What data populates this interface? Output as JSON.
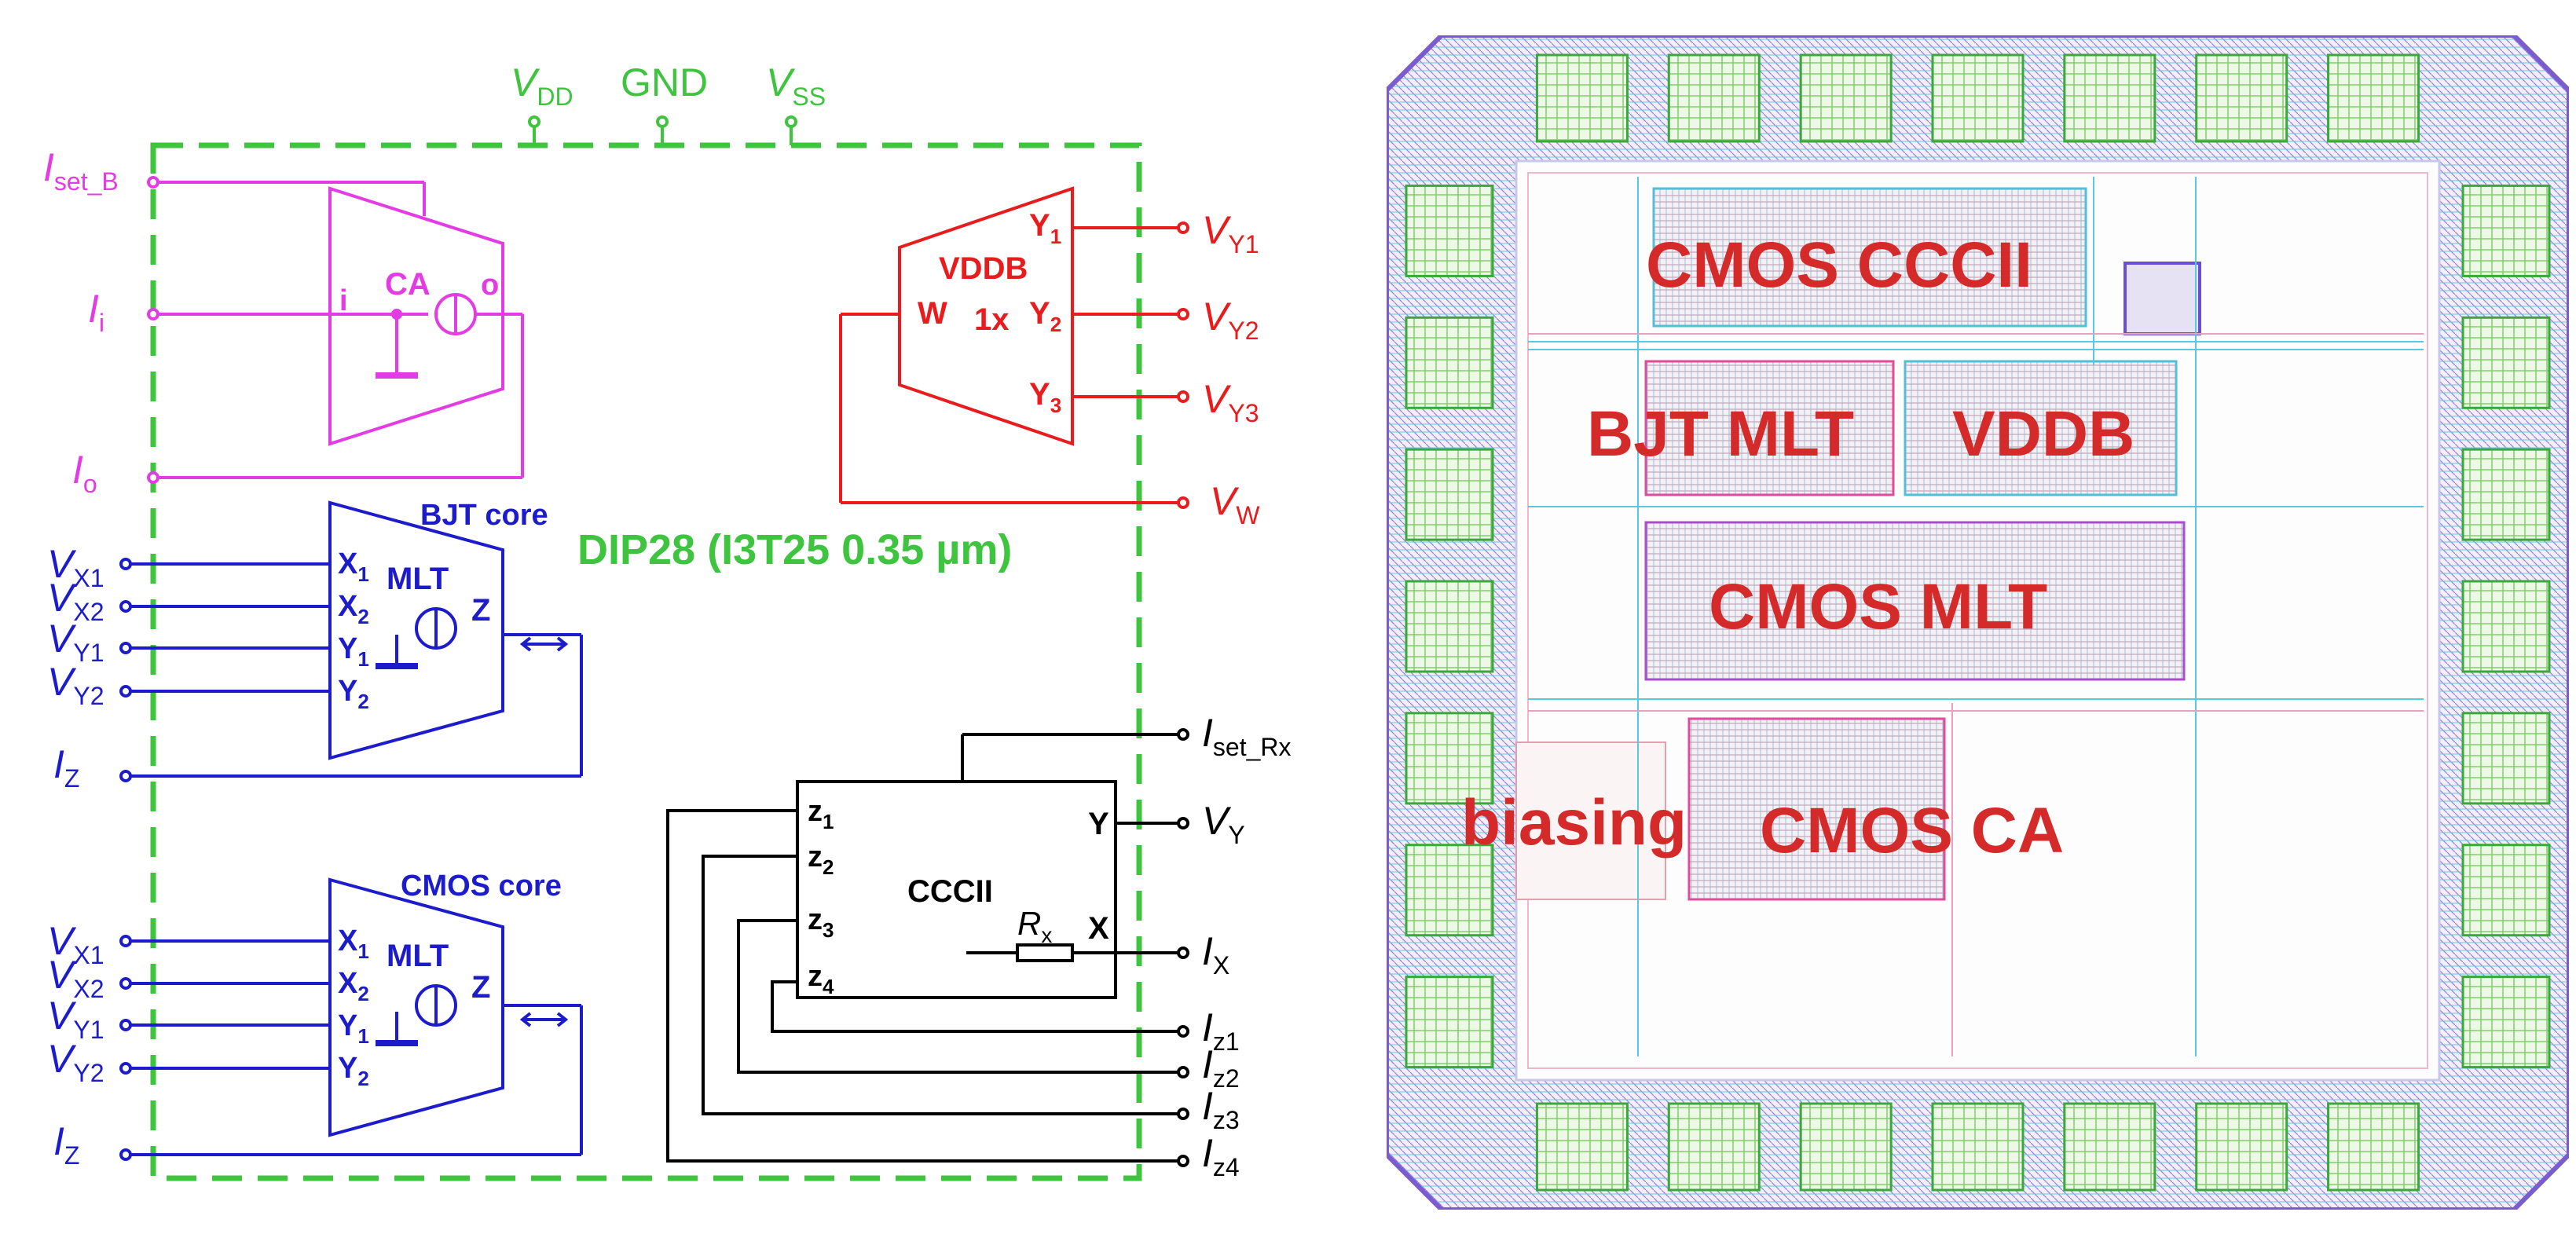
{
  "schematic": {
    "supply": {
      "vdd": {
        "main": "V",
        "sub": "DD"
      },
      "gnd": "GND",
      "vss": {
        "main": "V",
        "sub": "SS"
      }
    },
    "package_label": "DIP28 (I3T25 0.35 µm)",
    "ca": {
      "block": "CA",
      "pin_in": "i",
      "pin_out": "o",
      "ports": {
        "iset_b": {
          "main": "I",
          "sub": "set_B"
        },
        "ii": {
          "main": "I",
          "sub": "i"
        },
        "io": {
          "main": "I",
          "sub": "o"
        }
      }
    },
    "vddb": {
      "block": "VDDB",
      "gain": "1x",
      "pin_w": "W",
      "pins": [
        {
          "main": "Y",
          "sub": "1"
        },
        {
          "main": "Y",
          "sub": "2"
        },
        {
          "main": "Y",
          "sub": "3"
        }
      ],
      "ports": [
        {
          "main": "V",
          "sub": "Y1"
        },
        {
          "main": "V",
          "sub": "Y2"
        },
        {
          "main": "V",
          "sub": "Y3"
        },
        {
          "main": "V",
          "sub": "W"
        }
      ]
    },
    "bjt_mlt": {
      "core": "BJT core",
      "block": "MLT",
      "pin_z": "Z",
      "pins": [
        {
          "main": "X",
          "sub": "1"
        },
        {
          "main": "X",
          "sub": "2"
        },
        {
          "main": "Y",
          "sub": "1"
        },
        {
          "main": "Y",
          "sub": "2"
        }
      ],
      "ports": [
        {
          "main": "V",
          "sub": "X1"
        },
        {
          "main": "V",
          "sub": "X2"
        },
        {
          "main": "V",
          "sub": "Y1"
        },
        {
          "main": "V",
          "sub": "Y2"
        },
        {
          "main": "I",
          "sub": "Z"
        }
      ]
    },
    "cmos_mlt": {
      "core": "CMOS core",
      "block": "MLT",
      "pin_z": "Z",
      "pins": [
        {
          "main": "X",
          "sub": "1"
        },
        {
          "main": "X",
          "sub": "2"
        },
        {
          "main": "Y",
          "sub": "1"
        },
        {
          "main": "Y",
          "sub": "2"
        }
      ],
      "ports": [
        {
          "main": "V",
          "sub": "X1"
        },
        {
          "main": "V",
          "sub": "X2"
        },
        {
          "main": "V",
          "sub": "Y1"
        },
        {
          "main": "V",
          "sub": "Y2"
        },
        {
          "main": "I",
          "sub": "Z"
        }
      ]
    },
    "ccii": {
      "block": "CCCII",
      "pin_y": "Y",
      "pin_x": "X",
      "rx": {
        "main": "R",
        "sub": "x"
      },
      "pins_z": [
        {
          "main": "z",
          "sub": "1"
        },
        {
          "main": "z",
          "sub": "2"
        },
        {
          "main": "z",
          "sub": "3"
        },
        {
          "main": "z",
          "sub": "4"
        }
      ],
      "ports": {
        "iset_rx": {
          "main": "I",
          "sub": "set_Rx"
        },
        "vy": {
          "main": "V",
          "sub": "Y"
        },
        "ix": {
          "main": "I",
          "sub": "X"
        },
        "iz": [
          {
            "main": "I",
            "sub": "z1"
          },
          {
            "main": "I",
            "sub": "z2"
          },
          {
            "main": "I",
            "sub": "z3"
          },
          {
            "main": "I",
            "sub": "z4"
          }
        ]
      }
    }
  },
  "layout_labels": [
    "CMOS CCCII",
    "BJT MLT",
    "VDDB",
    "CMOS MLT",
    "biasing",
    "CMOS CA"
  ],
  "colors": {
    "package": "#3ec43e",
    "ca": "#e43ce4",
    "vddb": "#e81c1c",
    "mlt": "#1c1ccc",
    "ccii": "#000000",
    "layout_label": "#d42a2a"
  }
}
